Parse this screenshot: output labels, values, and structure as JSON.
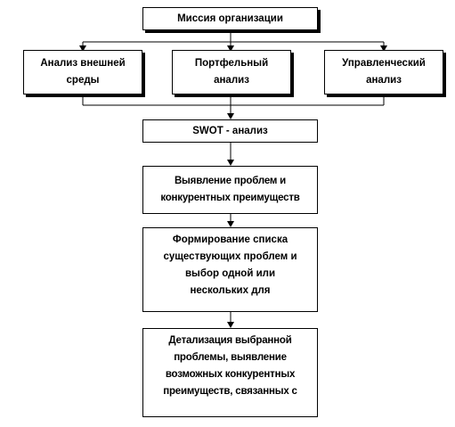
{
  "diagram": {
    "mission": {
      "label": "Миссия организации"
    },
    "external_analysis": {
      "lines": [
        "Анализ внешней",
        "среды"
      ]
    },
    "portfolio_analysis": {
      "lines": [
        "Портфельный",
        "анализ"
      ]
    },
    "management_analysis": {
      "lines": [
        "Управленческий",
        "анализ"
      ]
    },
    "swot": {
      "label": "SWOT - анализ"
    },
    "identification": {
      "lines": [
        "Выявление проблем и",
        "конкурентных преимуществ"
      ]
    },
    "formation": {
      "lines": [
        "Формирование списка",
        "существующих проблем и",
        "выбор одной или",
        "нескольких для"
      ]
    },
    "detailing": {
      "lines": [
        "Детализация выбранной",
        "проблемы, выявление",
        "возможных конкурентных",
        "преимуществ, связанных с"
      ]
    }
  }
}
